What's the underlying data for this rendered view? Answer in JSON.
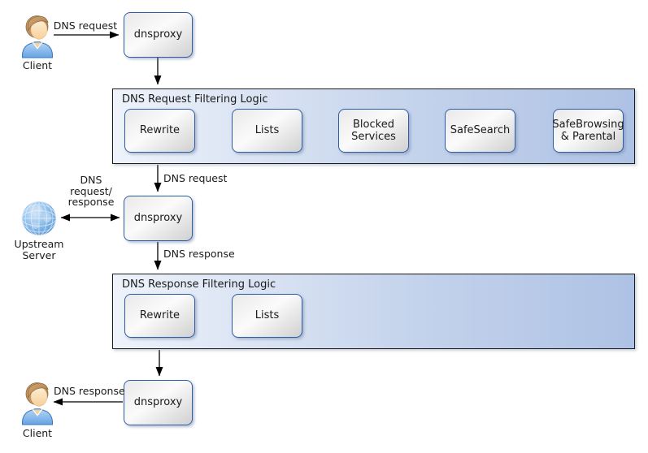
{
  "colors": {
    "background": "#ffffff",
    "container_border": "#1c1c1c",
    "container_fill_start": "#eef3fb",
    "container_fill_end": "#aec2e5",
    "node_border": "#2e5ca6",
    "arrow": "#000000",
    "text": "#1a1a1a"
  },
  "actors": {
    "client_top": {
      "label": "Client"
    },
    "client_bottom": {
      "label": "Client"
    },
    "upstream_server": {
      "label_line1": "Upstream",
      "label_line2": "Server"
    }
  },
  "proxies": {
    "top": {
      "label": "dnsproxy"
    },
    "middle": {
      "label": "dnsproxy"
    },
    "bottom": {
      "label": "dnsproxy"
    }
  },
  "request_filtering": {
    "title": "DNS Request Filtering Logic",
    "boxes": [
      {
        "label": "Rewrite"
      },
      {
        "label": "Lists"
      },
      {
        "label": "Blocked Services"
      },
      {
        "label": "SafeSearch"
      },
      {
        "label": "SafeBrowsing & Parental"
      }
    ]
  },
  "response_filtering": {
    "title": "DNS Response Filtering Logic",
    "boxes": [
      {
        "label": "Rewrite"
      },
      {
        "label": "Lists"
      }
    ]
  },
  "edge_labels": {
    "client_to_proxy": "DNS request",
    "filter_to_proxy": "DNS request",
    "proxy_to_filter": "DNS response",
    "proxy_to_client": "DNS response",
    "upstream_lines": [
      "DNS",
      "request/",
      "response"
    ]
  }
}
